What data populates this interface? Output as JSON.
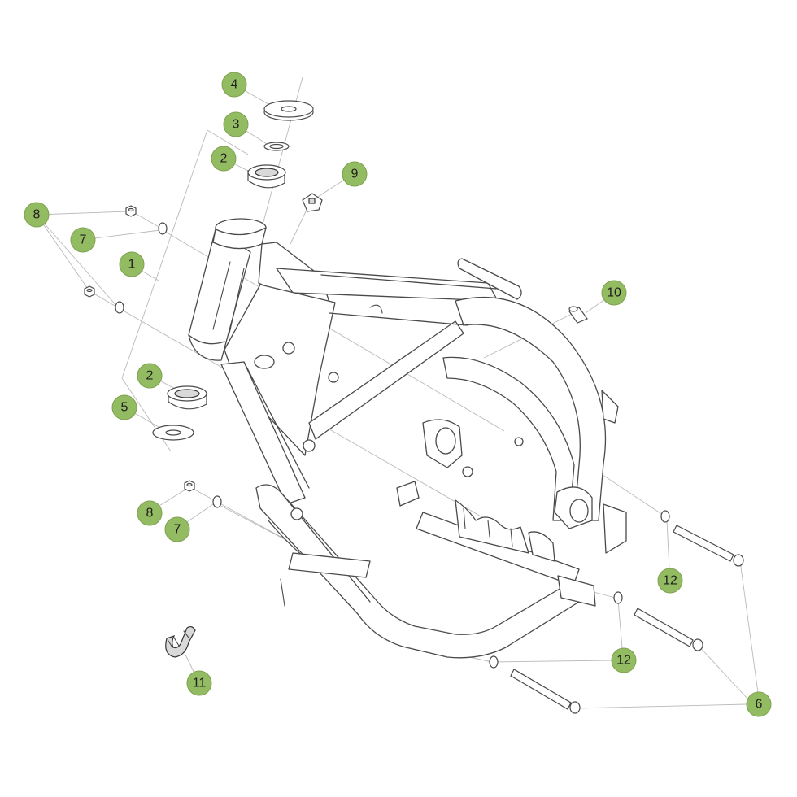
{
  "callouts": [
    {
      "id": "c4",
      "label": "4"
    },
    {
      "id": "c3",
      "label": "3"
    },
    {
      "id": "c2a",
      "label": "2"
    },
    {
      "id": "c9",
      "label": "9"
    },
    {
      "id": "c8a",
      "label": "8"
    },
    {
      "id": "c7a",
      "label": "7"
    },
    {
      "id": "c1",
      "label": "1"
    },
    {
      "id": "c10",
      "label": "10"
    },
    {
      "id": "c2b",
      "label": "2"
    },
    {
      "id": "c5",
      "label": "5"
    },
    {
      "id": "c8b",
      "label": "8"
    },
    {
      "id": "c7b",
      "label": "7"
    },
    {
      "id": "c12a",
      "label": "12"
    },
    {
      "id": "c12b",
      "label": "12"
    },
    {
      "id": "c11",
      "label": "11"
    },
    {
      "id": "c6",
      "label": "6"
    }
  ],
  "colors": {
    "callout_fill": "#93bb62",
    "line": "#b9b9b9",
    "frame": "#4a4a4a"
  }
}
